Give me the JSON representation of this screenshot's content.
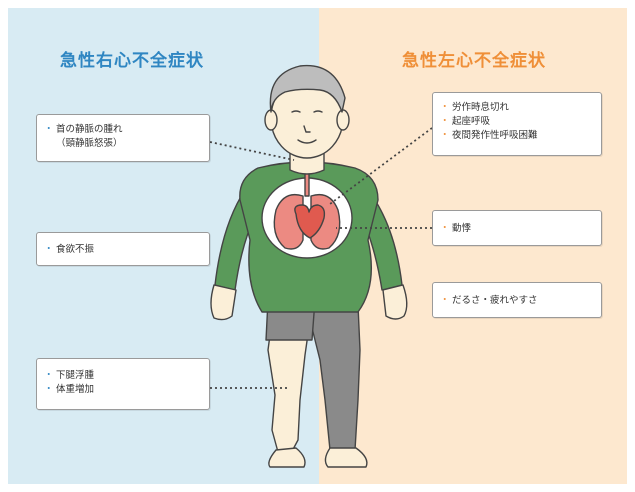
{
  "headings": {
    "left": "急性右心不全症状",
    "right": "急性左心不全症状"
  },
  "right_heart_symptoms": [
    {
      "lines": [
        "首の静脈の腫れ"
      ],
      "sub": "（頸静脈怒張）"
    },
    {
      "lines": [
        "食欲不振"
      ]
    },
    {
      "lines": [
        "下腿浮腫",
        "体重増加"
      ]
    }
  ],
  "left_heart_symptoms": [
    {
      "lines": [
        "労作時息切れ",
        "起座呼吸",
        "夜間発作性呼吸困難"
      ]
    },
    {
      "lines": [
        "動悸"
      ]
    },
    {
      "lines": [
        "だるさ・疲れやすさ"
      ]
    }
  ],
  "colors": {
    "left_panel": "#d8ebf3",
    "right_panel": "#fde8cf",
    "left_heading": "#2f86c2",
    "right_heading": "#ef8f38",
    "shirt": "#5a9a5a",
    "lungs": "#ec8a82",
    "heart": "#e05a4f",
    "pants": "#8a8a8a",
    "skin": "#fbefd8"
  }
}
